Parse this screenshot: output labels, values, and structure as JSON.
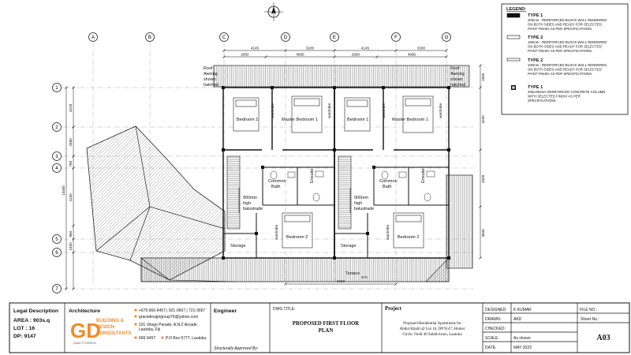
{
  "grid_cols": [
    "A",
    "B",
    "C",
    "D",
    "E",
    "F",
    "G"
  ],
  "grid_rows": [
    "1",
    "2",
    "3",
    "4",
    "5",
    "6",
    "7"
  ],
  "dims_top_outer": [
    "4145",
    "3200",
    "4145",
    "3300"
  ],
  "dims_top_inner": [
    "2950",
    "4895",
    "2950",
    "4895"
  ],
  "dims_left": [
    "3226",
    "2685",
    "780",
    "4150",
    "860",
    "2400"
  ],
  "dim_left_total": "13400",
  "dims_right": [
    "1800",
    "4200",
    "3300",
    "3600"
  ],
  "dim_bottom": "6320",
  "dim_bottom_small": "875",
  "plan_notes": {
    "awning_left": [
      "Roof",
      "Awning",
      "shown",
      "hatched"
    ],
    "awning_right": [
      "Roof",
      "Awning",
      "shown",
      "hatched"
    ],
    "balustrade_left": [
      "900mm",
      "high",
      "balustrade"
    ],
    "balustrade_right": [
      "900mm",
      "high",
      "balustrade"
    ],
    "terrace": "Terrace"
  },
  "rooms": {
    "bedroom1": "Bedroom 1",
    "master": "Master Bedroom 1",
    "common_bath": [
      "Common",
      "Bath"
    ],
    "ensuite": "Ensuite",
    "bedroom2": "Bedroom 2",
    "storage": "Storage",
    "wardrobe": "wardrobe"
  },
  "legend": {
    "title": "LEGEND:",
    "items": [
      {
        "type": "TYPE 1",
        "lines": [
          "200mm - REINFORCED BLOCK WALL RENDERED",
          "ON BOTH SIDES AND READY FOR SELECTED",
          "PAINT FINISH AS PER SPECIFICATIONS."
        ]
      },
      {
        "type": "TYPE 2",
        "lines": [
          "150mm - REINFORCED BLOCK WALL RENDERED",
          "ON BOTH SIDES AND READY FOR SELECTED",
          "PAINT FINISH AS PER SPECIFICATIONS."
        ]
      },
      {
        "type": "TYPE 2",
        "lines": [
          "100mm - REINFORCED BLOCK WALL RENDERED",
          "ON BOTH SIDES AND READY FOR SELECTED",
          "PAINT FINISH AS PER SPECIFICATIONS."
        ]
      },
      {
        "type": "TYPE 1",
        "lines": [
          "200x200mm REINFORCED CONCRETE COLUMN",
          "WITH SELECTED FINISH AS PER",
          "SPECIFICATIONS."
        ]
      }
    ]
  },
  "title_block": {
    "legal_title": "Legal Description",
    "area": "AREA : 903s.q",
    "lot": "LOT : 16",
    "dp": "DP: 9147",
    "architecture": "Architecture",
    "logo_letters": "GD",
    "logo_name": [
      "BUILDING &",
      "DESIGN",
      "CONSULTANTS"
    ],
    "logo_tag": "QUALITY DESIGN",
    "phones": "+679 666-9457  |  921-0667  |  721-3667",
    "email": "gracedesigngroup76@yahoo.com",
    "address": [
      "101 Vitogo Parade, A.N.Z Arcade,",
      "Lautoka, Fiji"
    ],
    "fax": "666-9457",
    "pobox": "P.O Box 5777, Lautoka",
    "engineer": "Engineer",
    "approved": "Structurally Approved By:",
    "dwg_label": "DWG TITLE:",
    "dwg_title": [
      "PROPOSED FIRST FLOOR",
      "PLAN"
    ],
    "project_label": "Project",
    "project": [
      "Proposed Residential Apartments for",
      "Abdul Khalil @ Lot 16, DP 9147, Homer",
      "Circle, Field 40 Subdivision, Lautoka"
    ],
    "designed_label": "DESIGNED:",
    "designed": "K KUMAR",
    "drawn_label": "DRAWN:",
    "drawn": "AKD",
    "checked_label": "CHECKED:",
    "checked": "",
    "scale_label": "SCALE:",
    "scale": "As shown",
    "date_label": "DATE:",
    "date": "MAY 2023",
    "file_label": "FILE NO.:",
    "file": "",
    "sheet_label": "Sheet No.:",
    "sheet": "A03"
  }
}
